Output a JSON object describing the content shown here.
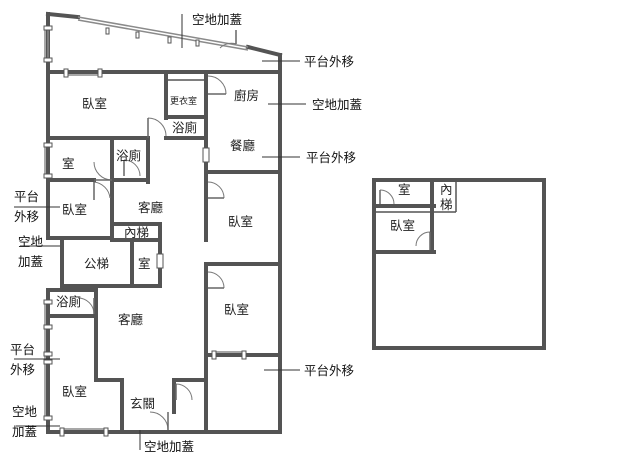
{
  "plan": {
    "rooms": {
      "bedroom_top_left": "臥室",
      "closet": "更衣室",
      "bath_top": "浴廁",
      "kitchen": "廚房",
      "dining": "餐廳",
      "room_small_left": "室",
      "bath_middle": "浴廁",
      "bedroom_left_mid": "臥室",
      "living_upper": "客廳",
      "inner_stair": "內梯",
      "bedroom_right_upper": "臥室",
      "public_stair": "公梯",
      "room_small_mid": "室",
      "bath_bottom": "浴廁",
      "living_lower": "客廳",
      "bedroom_right_lower": "臥室",
      "bedroom_bottom_left": "臥室",
      "entrance": "玄關"
    },
    "annex": {
      "room": "室",
      "inner_stair_line1": "內",
      "inner_stair_line2": "梯",
      "bedroom": "臥室"
    },
    "notes": {
      "top_center": "空地加蓋",
      "top_right": "平台外移",
      "kitchen_right": "空地加蓋",
      "dining_right": "平台外移",
      "left_platform_1_line1": "平台",
      "left_platform_1_line2": "外移",
      "left_land_1_line1": "空地",
      "left_land_1_line2": "加蓋",
      "left_platform_2_line1": "平台",
      "left_platform_2_line2": "外移",
      "left_land_2_line1": "空地",
      "left_land_2_line2": "加蓋",
      "bottom_right": "平台外移",
      "bottom_center": "空地加蓋"
    }
  }
}
